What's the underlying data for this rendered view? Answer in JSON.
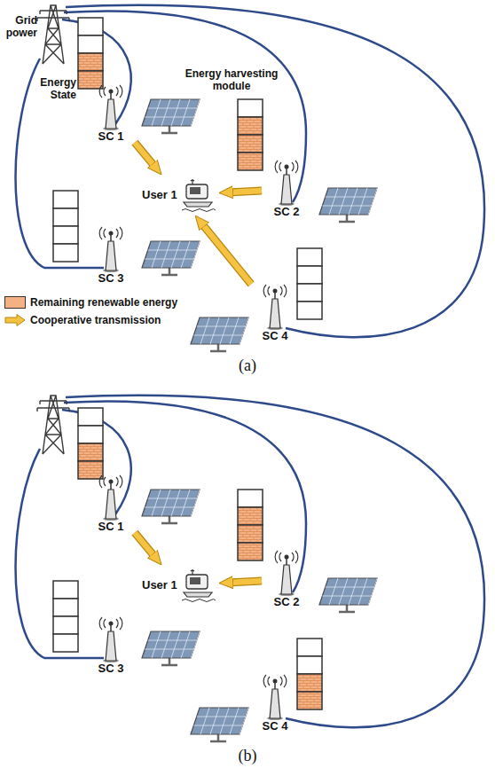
{
  "diagram": {
    "nodes": [
      {
        "text": [
          "SC 1"
        ]
      },
      {
        "text": [
          "SC 2"
        ]
      },
      {
        "text": [
          "SC 3"
        ]
      },
      {
        "text": [
          "SC 4"
        ]
      },
      {
        "text": [
          "User 1"
        ]
      },
      {
        "text": [
          "SC 1"
        ]
      },
      {
        "text": [
          "SC 2"
        ]
      },
      {
        "text": [
          "SC 3"
        ]
      },
      {
        "text": [
          "SC 4"
        ]
      },
      {
        "text": [
          "User 1"
        ]
      }
    ],
    "edges": [
      {
        "from": 0,
        "to": 4,
        "arrow": "to"
      },
      {
        "from": 1,
        "to": 4,
        "arrow": "to"
      },
      {
        "from": 3,
        "to": 4,
        "arrow": "to"
      },
      {
        "from": 5,
        "to": 9,
        "arrow": "to"
      },
      {
        "from": 6,
        "to": 9,
        "arrow": "to"
      }
    ],
    "labels": [
      "Grid power",
      "Energy State",
      "Energy harvesting module",
      "(a)",
      "(b)"
    ],
    "legend": [
      {
        "text": "Remaining renewable energy",
        "color": "#f4b183"
      },
      {
        "text": "Cooperative transmission"
      }
    ]
  }
}
